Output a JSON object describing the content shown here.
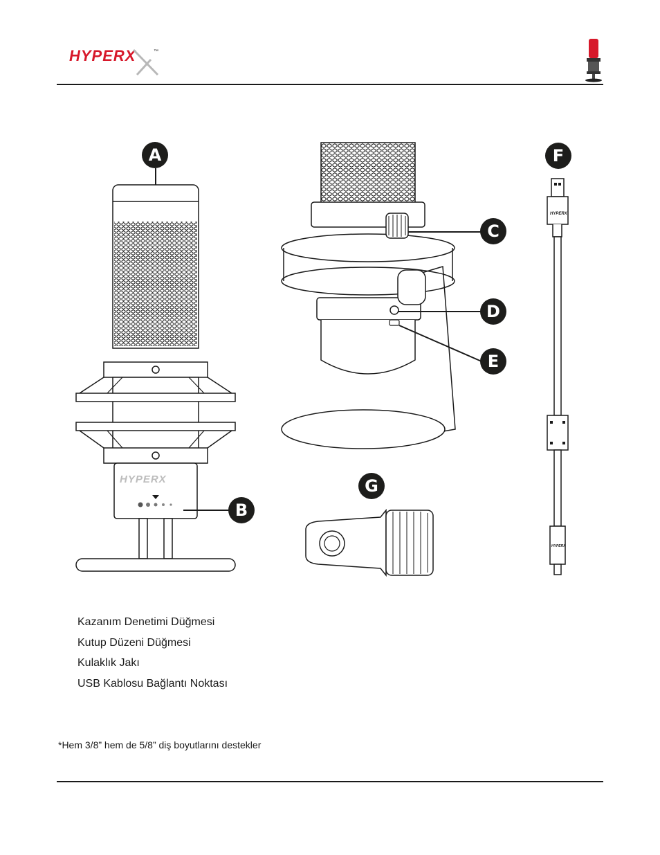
{
  "header": {
    "brand": "HyperX",
    "logo_text": "HYPERX",
    "trademark": "™"
  },
  "callouts": {
    "a": "A",
    "b": "B",
    "c": "C",
    "d": "D",
    "e": "E",
    "f": "F",
    "g": "G"
  },
  "diagram": {
    "mic_brand": "HYPERX",
    "cable_brand": "HYPERX"
  },
  "legend": {
    "items": [
      "Kazanım Denetimi Düğmesi",
      "Kutup Düzeni Düğmesi",
      "Kulaklık Jakı",
      "USB Kablosu Bağlantı Noktası"
    ]
  },
  "footnote": "*Hem 3/8” hem de 5/8” diş boyutlarını destekler",
  "colors": {
    "brand_red": "#d7182a",
    "ink": "#1a1a1a",
    "callout_fill": "#1d1d1b"
  }
}
